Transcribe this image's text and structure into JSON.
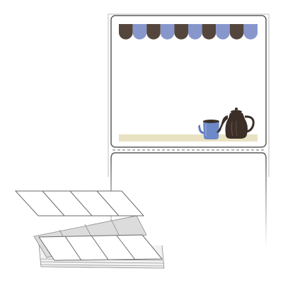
{
  "colors": {
    "background": "#ffffff",
    "label_outline": "#5a5a5a",
    "awning_dark": "#54463d",
    "awning_blue": "#8797cc",
    "shelf": "#e9e2c3",
    "mug_blue": "#6e89c8",
    "pot_dark": "#3b2f28",
    "stack_grey": "#dcdcdc",
    "perforation": "#8a8a8a"
  },
  "scene": {
    "awning_scallops": 10,
    "awning_pattern": [
      "dark",
      "blue"
    ],
    "icons": [
      "awning-icon",
      "coffee-mug-icon",
      "coffee-pot-icon",
      "fanfold-label-stack-icon"
    ]
  }
}
